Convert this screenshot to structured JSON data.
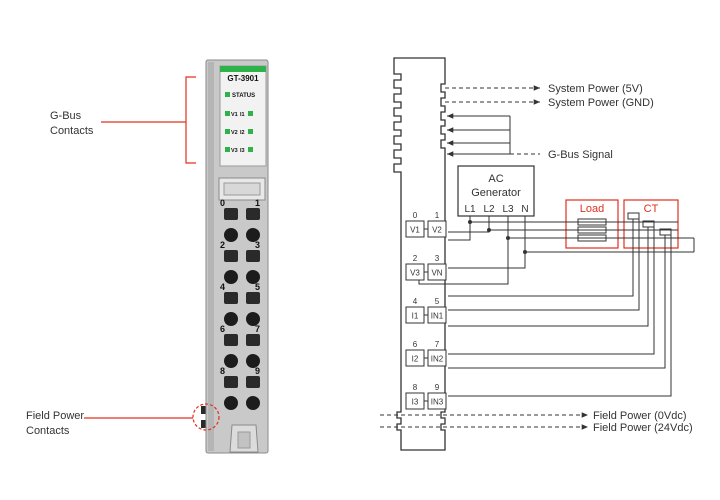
{
  "module": {
    "model": "GT-3901",
    "status_label": "STATUS",
    "led_pairs": [
      [
        "V1",
        "I1"
      ],
      [
        "V2",
        "I2"
      ],
      [
        "V3",
        "I3"
      ]
    ],
    "terminal_numbers": [
      "0",
      "1",
      "2",
      "3",
      "4",
      "5",
      "6",
      "7",
      "8",
      "9"
    ],
    "colors": {
      "body": "#c7c7c7",
      "led": "#2db34a",
      "callout": "#e0301e"
    }
  },
  "callouts": {
    "gbus_contacts": [
      "G-Bus",
      "Contacts"
    ],
    "field_power_contacts": [
      "Field Power",
      "Contacts"
    ]
  },
  "wiring": {
    "system_power_5v": "System Power (5V)",
    "system_power_gnd": "System Power (GND)",
    "gbus_signal": "G-Bus Signal",
    "generator": {
      "lines": [
        "AC",
        "Generator"
      ],
      "phases": [
        "L1",
        "L2",
        "L3",
        "N"
      ]
    },
    "load_label": "Load",
    "ct_label": "CT",
    "terminals": [
      {
        "nums": [
          "0",
          "1"
        ],
        "labels": [
          "V1",
          "V2"
        ]
      },
      {
        "nums": [
          "2",
          "3"
        ],
        "labels": [
          "V3",
          "VN"
        ]
      },
      {
        "nums": [
          "4",
          "5"
        ],
        "labels": [
          "I1",
          "IN1"
        ]
      },
      {
        "nums": [
          "6",
          "7"
        ],
        "labels": [
          "I2",
          "IN2"
        ]
      },
      {
        "nums": [
          "8",
          "9"
        ],
        "labels": [
          "I3",
          "IN3"
        ]
      }
    ],
    "field_power_0v": "Field Power (0Vdc)",
    "field_power_24v": "Field Power (24Vdc)"
  }
}
